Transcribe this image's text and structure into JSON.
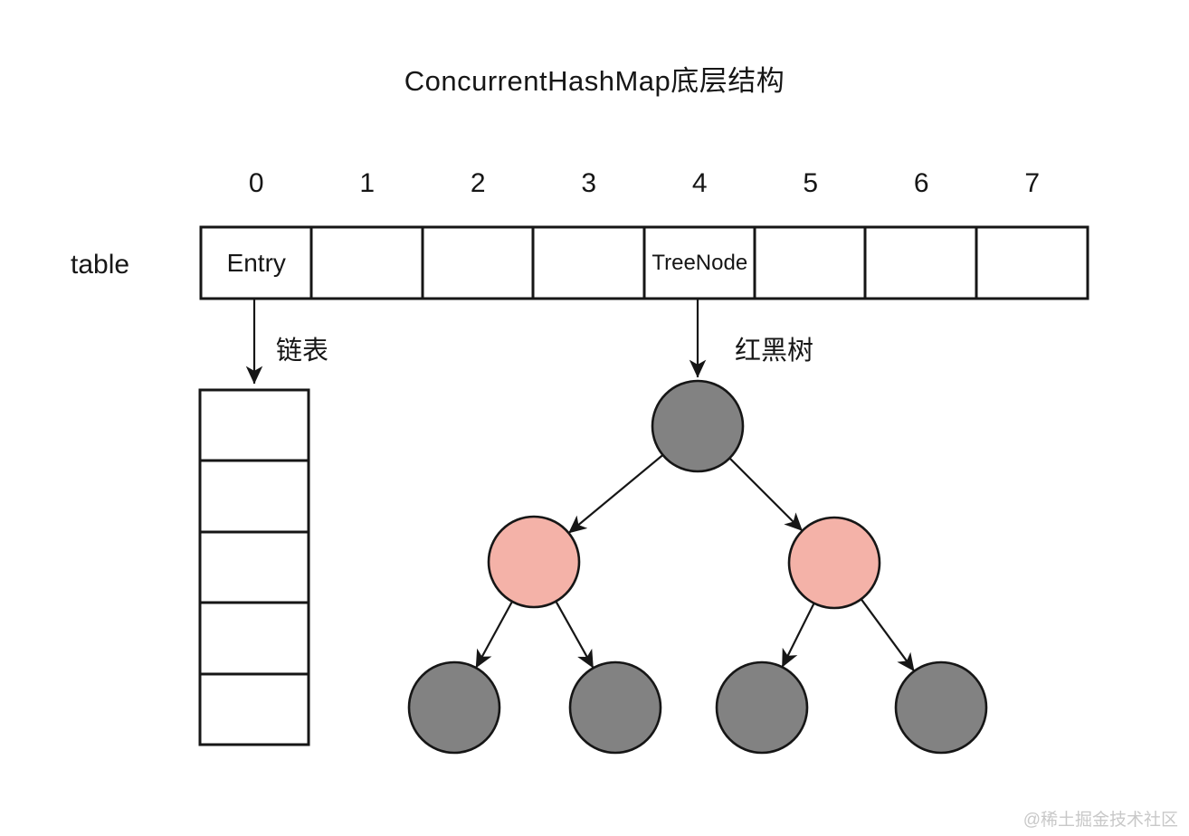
{
  "title": "ConcurrentHashMap底层结构",
  "colors": {
    "background": "#ffffff",
    "node_gray": "#828282",
    "node_pink": "#f4b2a8",
    "stroke": "#161616",
    "watermark": "#c8c8c8"
  },
  "array": {
    "label": "table",
    "indices": [
      "0",
      "1",
      "2",
      "3",
      "4",
      "5",
      "6",
      "7"
    ],
    "cells": [
      {
        "value": "Entry"
      },
      {
        "value": ""
      },
      {
        "value": ""
      },
      {
        "value": ""
      },
      {
        "value": "TreeNode"
      },
      {
        "value": ""
      },
      {
        "value": ""
      },
      {
        "value": ""
      }
    ]
  },
  "bucket_linked_list": {
    "from_index": "0",
    "from_cell": "Entry",
    "label": "链表",
    "type": "linked-list",
    "box_count": 5
  },
  "bucket_rb_tree": {
    "from_index": "4",
    "from_cell": "TreeNode",
    "label": "红黑树",
    "type": "red-black-tree",
    "nodes": [
      {
        "id": "root",
        "level": 0,
        "color": "gray"
      },
      {
        "id": "left",
        "level": 1,
        "color": "pink"
      },
      {
        "id": "right",
        "level": 1,
        "color": "pink"
      },
      {
        "id": "left-left",
        "level": 2,
        "color": "gray"
      },
      {
        "id": "left-right",
        "level": 2,
        "color": "gray"
      },
      {
        "id": "right-left",
        "level": 2,
        "color": "gray"
      },
      {
        "id": "right-right",
        "level": 2,
        "color": "gray"
      }
    ],
    "edges": [
      [
        "root",
        "left"
      ],
      [
        "root",
        "right"
      ],
      [
        "left",
        "left-left"
      ],
      [
        "left",
        "left-right"
      ],
      [
        "right",
        "right-left"
      ],
      [
        "right",
        "right-right"
      ]
    ]
  },
  "watermark": "@稀土掘金技术社区"
}
